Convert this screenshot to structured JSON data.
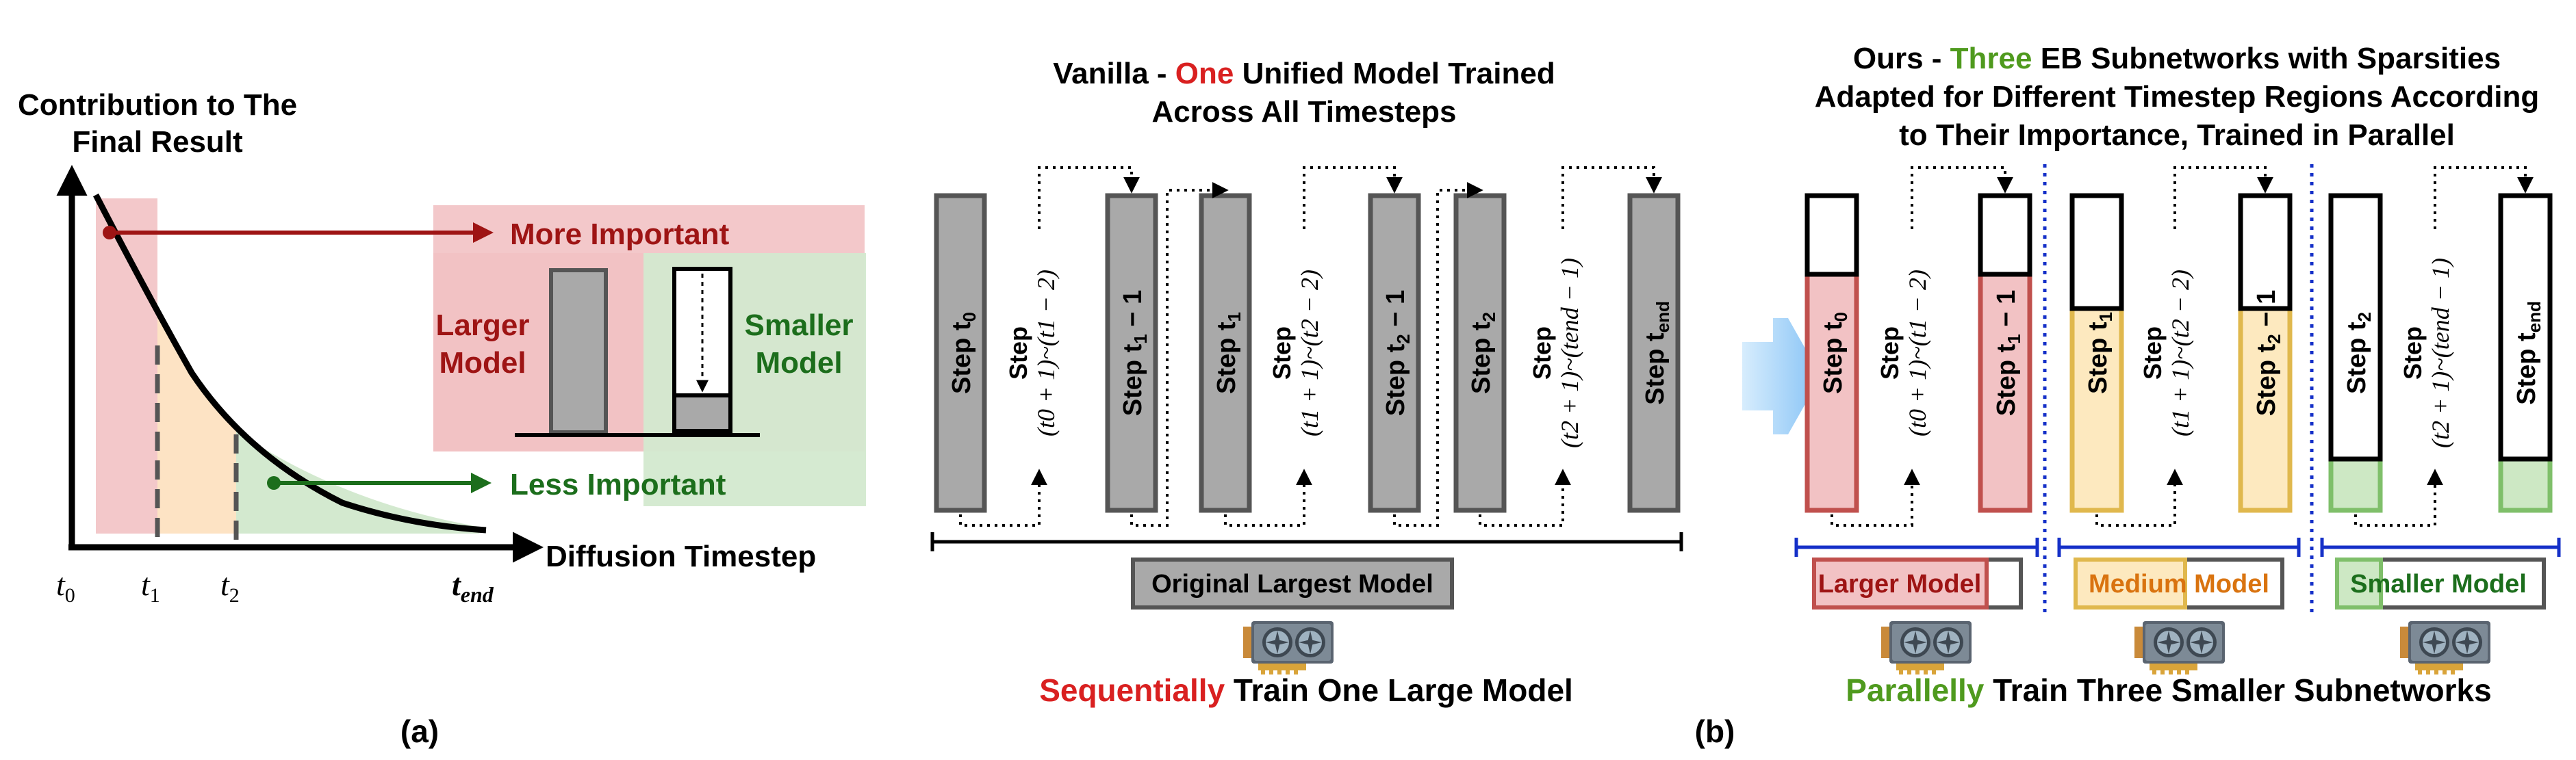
{
  "colors": {
    "red": "#d92020",
    "dark_red": "#9e1414",
    "green": "#4f9a1e",
    "dark_green": "#1c6e1c",
    "orange": "#d9730f",
    "blue": "#1530c8",
    "gray": "#a9a9a9",
    "gray_stroke": "#555555",
    "pink_fill": "#f2c2c4",
    "green_fill": "#d3e9cf",
    "peach_fill": "#fde3c4",
    "arrow_blue": "#8ec8f7"
  },
  "icons": {
    "gpu": "gpu-icon",
    "transition": "big-right-arrow-icon"
  },
  "panel_a": {
    "y_label_line1": "Contribution to The",
    "y_label_line2": "Final Result",
    "x_label": "Diffusion Timestep",
    "ticks": [
      "t",
      "t",
      "t",
      "t"
    ],
    "tick_subs": [
      "0",
      "1",
      "2",
      "end"
    ],
    "more_important": "More Important",
    "less_important": "Less Important",
    "larger_model_line1": "Larger",
    "larger_model_line2": "Model",
    "smaller_model_line1": "Smaller",
    "smaller_model_line2": "Model",
    "caption": "(a)"
  },
  "panel_b_left": {
    "title_part1": "Vanilla - ",
    "title_highlight": "One",
    "title_part2": " Unified Model Trained",
    "title_line2": "Across All Timesteps",
    "bar_labels": [
      "Step t",
      "Step t",
      "Step t",
      "Step t",
      "Step t",
      "Step t"
    ],
    "bar_subs": [
      "0",
      "1",
      "1",
      "2",
      "2",
      "end"
    ],
    "bar_suffixes": [
      "",
      " − 1",
      "",
      " − 1",
      "",
      ""
    ],
    "range_step": "Step",
    "ranges": [
      "(t0 + 1)~(t1 − 2)",
      "(t1 + 1)~(t2 − 2)",
      "(t2 + 1)~(tend − 1)"
    ],
    "model_box": "Original Largest Model",
    "bottom_highlight": "Sequentially",
    "bottom_rest": " Train One Large Model"
  },
  "panel_b_right": {
    "title_part1": "Ours - ",
    "title_highlight": "Three",
    "title_part2": " EB Subnetworks with Sparsities",
    "title_line2": "Adapted for Different Timestep Regions According",
    "title_line3": "to Their Importance, Trained in Parallel",
    "larger_model": "Larger Model",
    "medium_label": "Medium",
    "medium_model": "Model",
    "smaller_model": "Smaller Model",
    "bottom_highlight": "Parallelly",
    "bottom_rest": " Train Three Smaller Subnetworks"
  },
  "panel_b_caption": "(b)"
}
